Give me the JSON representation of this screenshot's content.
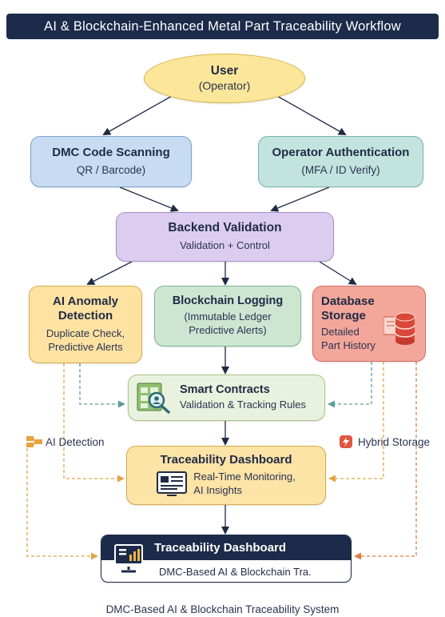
{
  "title": "AI & Blockchain-Enhanced Metal Part Traceability Workflow",
  "nodes": {
    "user": {
      "title": "User",
      "subtitle": "(Operator)"
    },
    "dmc": {
      "title": "DMC Code Scanning",
      "subtitle": "QR / Barcode)"
    },
    "auth": {
      "title": "Operator Authentication",
      "subtitle": "(MFA / ID Verify)"
    },
    "backend": {
      "title": "Backend Validation",
      "subtitle": "Validation + Control"
    },
    "ai": {
      "title_line1": "AI Anomaly",
      "title_line2": "Detection",
      "sub_line1": "Duplicate Check,",
      "sub_line2": "Predictive Alerts"
    },
    "chain": {
      "title": "Blockchain Logging",
      "sub_line1": "(Immutable Ledger",
      "sub_line2": "Predictive Alerts)"
    },
    "db": {
      "title_line1": "Database",
      "title_line2": "Storage",
      "sub_line1": "Detailed",
      "sub_line2": "Part History"
    },
    "smart": {
      "title": "Smart Contracts",
      "subtitle": "Validation & Tracking Rules"
    },
    "tdash": {
      "title": "Traceability Dashboard",
      "sub_line1": "Real-Time Monitoring,",
      "sub_line2": "AI Insights"
    },
    "final": {
      "title": "Traceability Dashboard",
      "subtitle": "DMC-Based AI & Blockchain Tra."
    }
  },
  "side_labels": {
    "ai": "AI Detection",
    "hybrid": "Hybrid Storage"
  },
  "footer": "DMC-Based AI & Blockchain Traceability System",
  "colors": {
    "navy": "#1c2b4a",
    "user": "#fbe69a",
    "dmc": "#c7dcf3",
    "auth": "#c3e3df",
    "backend": "#dccdf0",
    "ai": "#fde2a2",
    "chain": "#cde6d2",
    "db": "#f3a69a",
    "smart": "#e9f2de",
    "dash": "#fce3a6",
    "dashed_orange": "#e0a448",
    "dashed_teal": "#5e9e9a"
  },
  "icons": [
    "chip-icon",
    "database-icon",
    "smart-contract-icon",
    "dashboard-icon",
    "monitor-chart-icon",
    "hybrid-storage-icon",
    "ai-detection-icon"
  ]
}
